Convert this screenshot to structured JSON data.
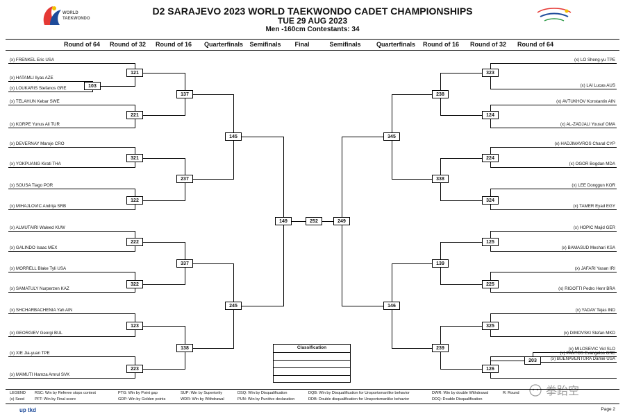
{
  "header": {
    "title": "D2 SARAJEVO 2023 WORLD TAEKWONDO CADET CHAMPIONSHIPS",
    "subtitle": "TUE 29 AUG 2023",
    "division": "Men -160cm  Contestants: 34",
    "logo_left_text": [
      "WORLD",
      "TAEKWONDO"
    ]
  },
  "rounds_left": [
    "Round of 64",
    "Round of 32",
    "Round of 16",
    "Quarterfinals",
    "Semifinals"
  ],
  "round_center": "Final",
  "rounds_right": [
    "Semifinals",
    "Quarterfinals",
    "Round of 16",
    "Round of 32",
    "Round of 64"
  ],
  "left_athletes": [
    "(x) FRENKEL Eric USA",
    "(x) HATAMLI Ilyas AZE",
    "(x) LOUKARIS Stefanos  GRE",
    "(x) TELAHUN Kebar SWE",
    "(x) KORPE Yunus Ali TUR",
    "(x) DEVERNAY Maroje CRO",
    "(x) YOKPUANG Kirati THA",
    "(x) SOUSA Tiago POR",
    "(x) MIHAJLOVIC Andrija SRB",
    "(x) ALMUTAIRI Waleed KUW",
    "(x) GALINDO Isaac MEX",
    "(x) MORRELL Blake Tyli USA",
    "(x) SAMATULY Nurperzen KAZ",
    "(x) SHCHARBACHENIA Yah AIN",
    "(x) GEORGIEV Georgi BUL",
    "(x) XIE Jia-yuan TPE",
    "(x) MAMUTI Hamza Amrul SVK"
  ],
  "right_athletes": [
    "(x) LO Sheng-yu TPE",
    "(x) LAI Lucas AUS",
    "(x) AVTUKHOV Konstantin AIN",
    "(x) AL-ZADJALI Yousuf OMA",
    "(x) HADJIMAVROS Charal CYP",
    "(x) OGOR Bogdan MDA",
    "(x) LEE Donggun KOR",
    "(x) TAMER Eyad EGY",
    "(x) HOPIC Majid GER",
    "(x) BAMASUD Meshari KSA",
    "(x) JAFARI Yasan IRI",
    "(x) RIGOTTI Pedro Henr BRA",
    "(x) YADAV Tejas IND",
    "(x) DIMOVSKI Stefan MKD",
    "(x) PANTOS Evangelos GRE",
    "(x) MILOSEVIC Vid SLO",
    "(x) BUENAVENTURA Damie USA"
  ],
  "matches": {
    "l64": "103",
    "l32": [
      "121",
      "221",
      "321",
      "122",
      "222",
      "322",
      "123",
      "223"
    ],
    "l16": [
      "137",
      "237",
      "337",
      "138"
    ],
    "lqf": [
      "145",
      "245"
    ],
    "lsf": "149",
    "final": "252",
    "rsf": "249",
    "rqf": [
      "345",
      "146"
    ],
    "r16": [
      "238",
      "338",
      "139",
      "239"
    ],
    "r32": [
      "323",
      "124",
      "224",
      "324",
      "125",
      "225",
      "325",
      "126"
    ],
    "r64": "203"
  },
  "classification": {
    "title": "Classification"
  },
  "legend": {
    "label_legend": "LEGEND",
    "label_seed": "(x) Seed",
    "items_row1": [
      "RSC: Win by Referee stops contest",
      "PTG: Win by Point gap",
      "SUP: Win by Superiority",
      "DSQ: Win by Disqualification",
      "DQB: Win by Disqualification for Unsportsmanlike behavior",
      "DWR: Win by double Withdrawal",
      "R: Round"
    ],
    "items_row2": [
      "PFT: Win by Final score",
      "GDP: Win by Golden points",
      "WDR: Win by Withdrawal",
      "PUN: Win by Punitive declaration",
      "DDB: Double disqualification for Unsportsmanlike behavior",
      "DDQ: Double Disqualification"
    ]
  },
  "footer": {
    "page": "Page 2",
    "logo": "up tkd",
    "watermark": "拳跆空"
  },
  "colors": {
    "wt_red": "#e53935",
    "wt_blue": "#1e4b9a",
    "wt_green": "#2e9b48",
    "wt_yellow": "#f2c200"
  }
}
